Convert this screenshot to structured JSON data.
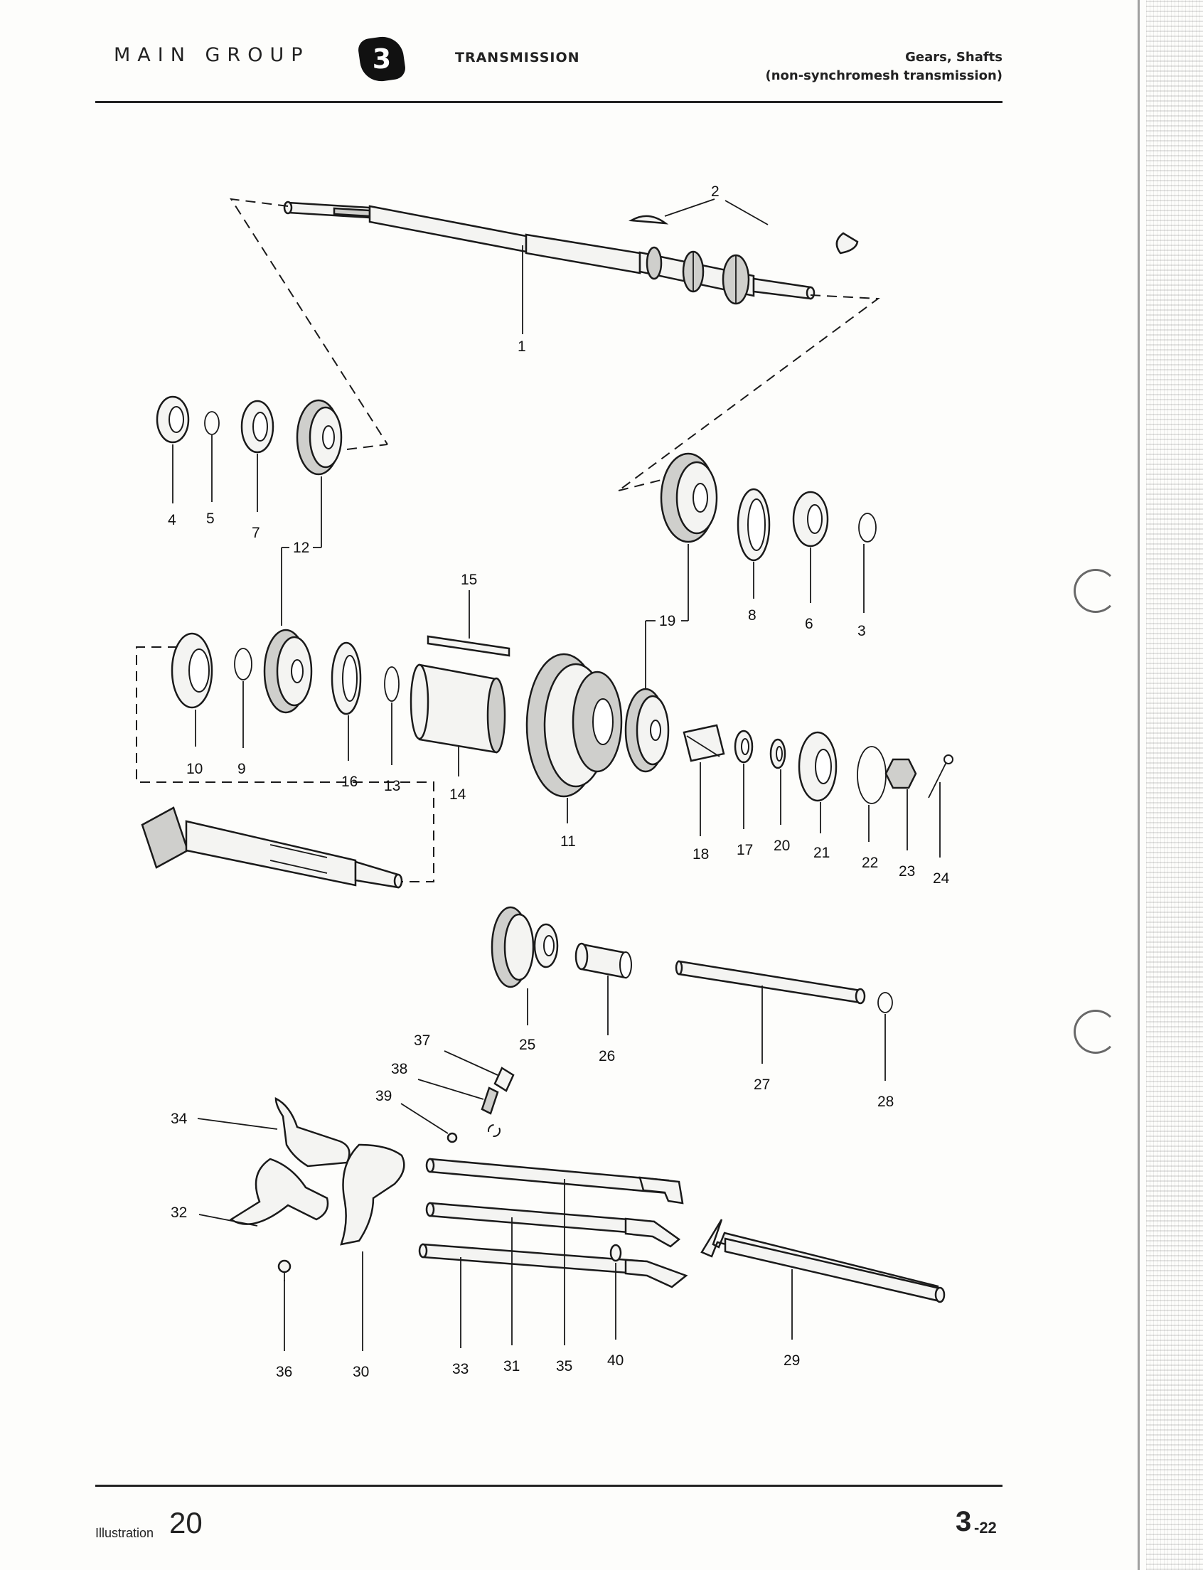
{
  "header": {
    "group": "MAIN GROUP",
    "group_number": "3",
    "section": "TRANSMISSION",
    "subtitle_line1": "Gears, Shafts",
    "subtitle_line2": "(non-synchromesh transmission)"
  },
  "footer": {
    "illustration_label": "Illustration",
    "illustration_number": "20",
    "page_major": "3",
    "page_minor": "-22"
  },
  "callouts": [
    "1",
    "2",
    "3",
    "4",
    "5",
    "6",
    "7",
    "8",
    "9",
    "10",
    "11",
    "12",
    "13",
    "14",
    "15",
    "16",
    "17",
    "18",
    "19",
    "20",
    "21",
    "22",
    "23",
    "24",
    "25",
    "26",
    "27",
    "28",
    "29",
    "30",
    "31",
    "32",
    "33",
    "34",
    "35",
    "36",
    "37",
    "38",
    "39",
    "40"
  ],
  "colors": {
    "ink": "#111111",
    "paper": "#fdfdfb"
  }
}
